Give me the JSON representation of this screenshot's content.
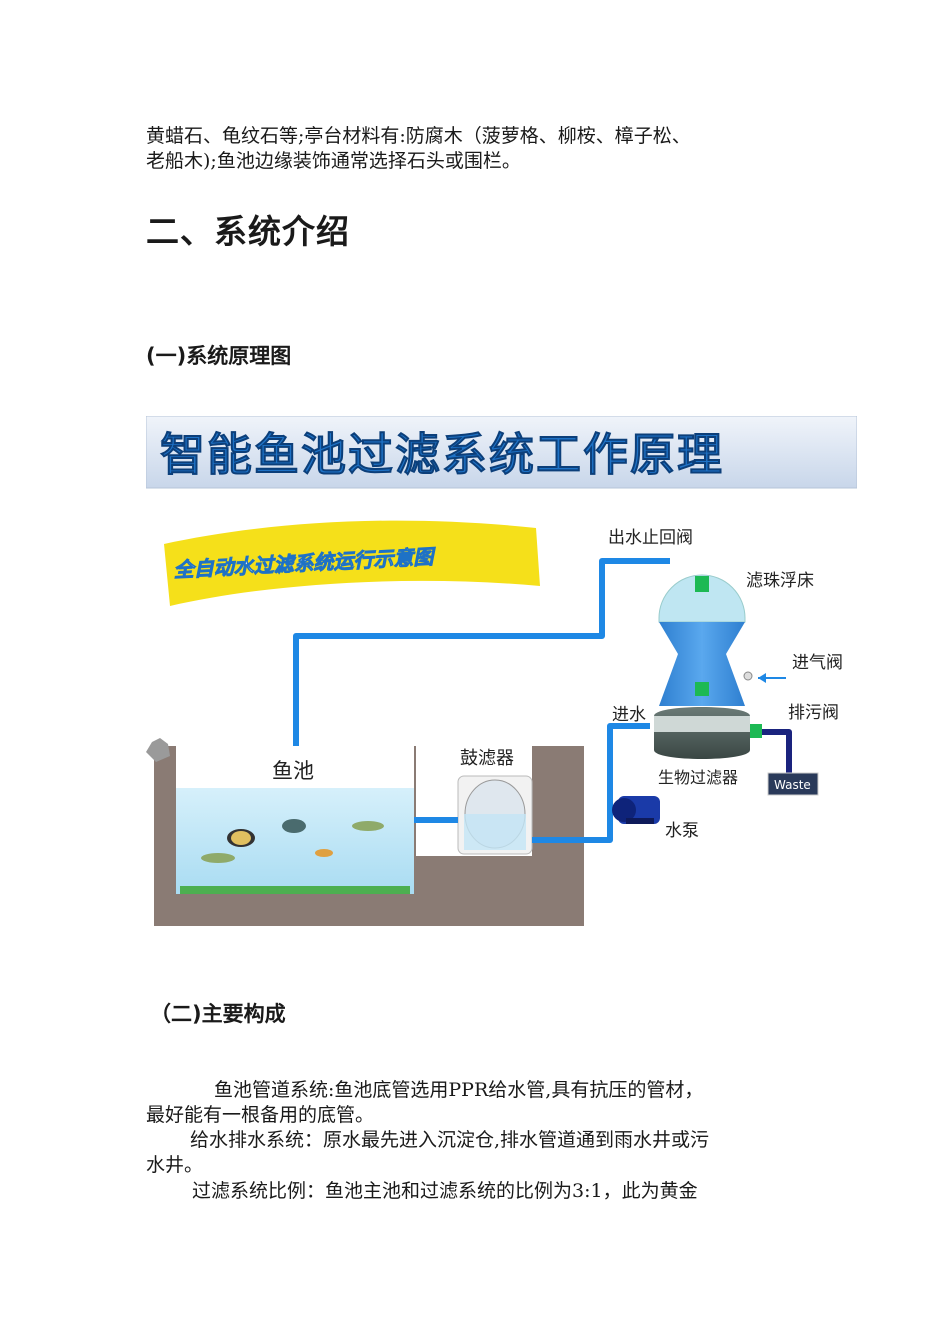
{
  "intro": {
    "line1": "黄蜡石、龟纹石等;亭台材料有:防腐木（菠萝格、柳桉、樟子松、",
    "line2": "老船木);鱼池边缘装饰通常选择石头或围栏。"
  },
  "section_title": "二、系统介绍",
  "subsection1": "(一)系统原理图",
  "figure": {
    "banner_title": "智能鱼池过滤系统工作原理",
    "ribbon_text": "全自动水过滤系统运行示意图",
    "labels": {
      "check_valve": "出水止回阀",
      "bead_bed": "滤珠浮床",
      "air_valve": "进气阀",
      "drain_valve": "排污阀",
      "water_in": "进水",
      "pond": "鱼池",
      "drum_filter": "鼓滤器",
      "bio_filter": "生物过滤器",
      "pump": "水泵",
      "waste": "Waste"
    },
    "colors": {
      "pipe": "#1e88e5",
      "banner": "#dde6f3",
      "soil": "#8a7b74",
      "water": "#c9e9f7",
      "filter_body": "#3e8ed8",
      "ribbon": "#f5e01a"
    }
  },
  "subsection2": "（二)主要构成",
  "body": {
    "p1_line1": "鱼池管道系统:鱼池底管选用PPR给水管,具有抗压的管材，",
    "p1_line2": "最好能有一根备用的底管。",
    "p2_line1": "给水排水系统：原水最先进入沉淀仓,排水管道通到雨水井或污",
    "p2_line2": "水井。",
    "p3_line1": "过滤系统比例：鱼池主池和过滤系统的比例为3:1，此为黄金"
  }
}
